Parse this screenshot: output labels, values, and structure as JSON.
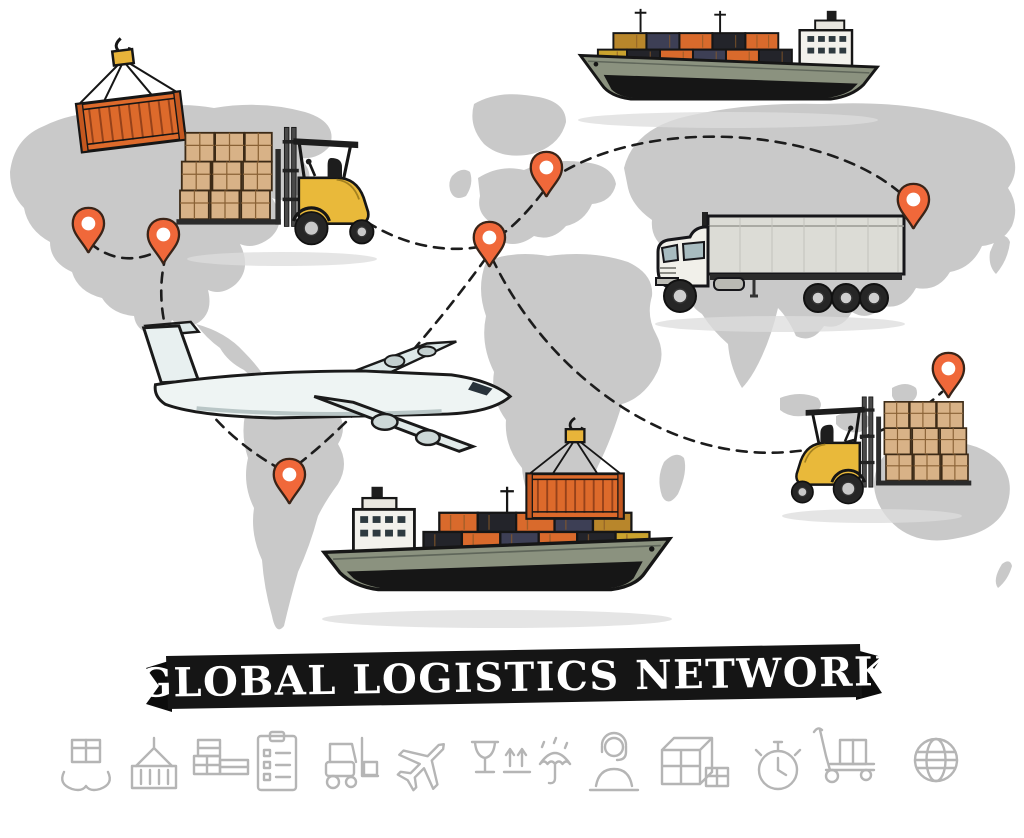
{
  "banner": {
    "title": "GLOBAL LOGISTICS NETWORK"
  },
  "colors": {
    "map_gray": "#c9c9c9",
    "pin_orange": "#f0683a",
    "route_black": "#1c1c1c",
    "banner_black": "#151515",
    "container_orange": "#dd6a2b",
    "forklift_yellow": "#e9b93a",
    "ship_hull_green": "#8b927f",
    "icon_row_gray": "#b5b5b5",
    "banner_text_white": "#ffffff"
  },
  "scene": {
    "location_pin_count": 7,
    "illustrations": [
      "hanging-cargo-container",
      "forklift-loading-boxes",
      "container-ship",
      "cargo-airplane",
      "semi-truck-trailer",
      "container-ship",
      "hanging-cargo-container",
      "forklift-loading-boxes"
    ]
  },
  "icon_row": [
    "package-care-icon",
    "crane-container-icon",
    "cargo-crates-icon",
    "checklist-icon",
    "forklift-icon",
    "airplane-icon",
    "fragile-icon",
    "this-side-up-icon",
    "keep-dry-icon",
    "support-agent-icon",
    "parcel-boxes-icon",
    "delivery-time-icon",
    "pallet-truck-icon",
    "global-shipping-icon"
  ]
}
